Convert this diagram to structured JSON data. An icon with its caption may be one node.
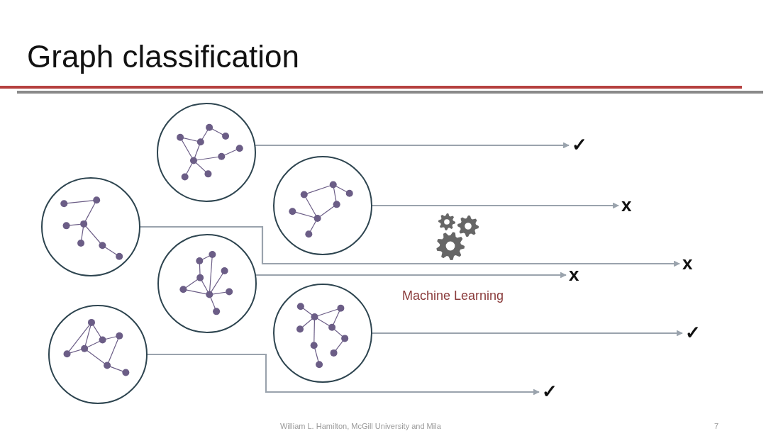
{
  "diagram": {
    "title": "Graph classification",
    "nodes": [
      {
        "text": [],
        "shape": "circle"
      },
      {
        "text": [],
        "shape": "circle"
      },
      {
        "text": [],
        "shape": "circle"
      },
      {
        "text": [],
        "shape": "circle"
      },
      {
        "text": [],
        "shape": "circle"
      },
      {
        "text": [],
        "shape": "circle"
      },
      {
        "text": [
          "✓"
        ]
      },
      {
        "text": [
          "x"
        ]
      },
      {
        "text": [
          "x"
        ]
      },
      {
        "text": [
          "x"
        ]
      },
      {
        "text": [
          "✓"
        ]
      },
      {
        "text": [
          "✓"
        ]
      }
    ],
    "edges": [
      {
        "from": 0,
        "to": 6,
        "arrow": "to"
      },
      {
        "from": 1,
        "to": 7,
        "arrow": "to"
      },
      {
        "from": 2,
        "to": 8,
        "arrow": "to"
      },
      {
        "from": 3,
        "to": 9,
        "arrow": "to"
      },
      {
        "from": 4,
        "to": 10,
        "arrow": "to"
      },
      {
        "from": 5,
        "to": 11,
        "arrow": "to"
      }
    ],
    "labels": [
      "Machine Learning",
      "William L. Hamilton, McGill University and Mila",
      "7"
    ]
  }
}
